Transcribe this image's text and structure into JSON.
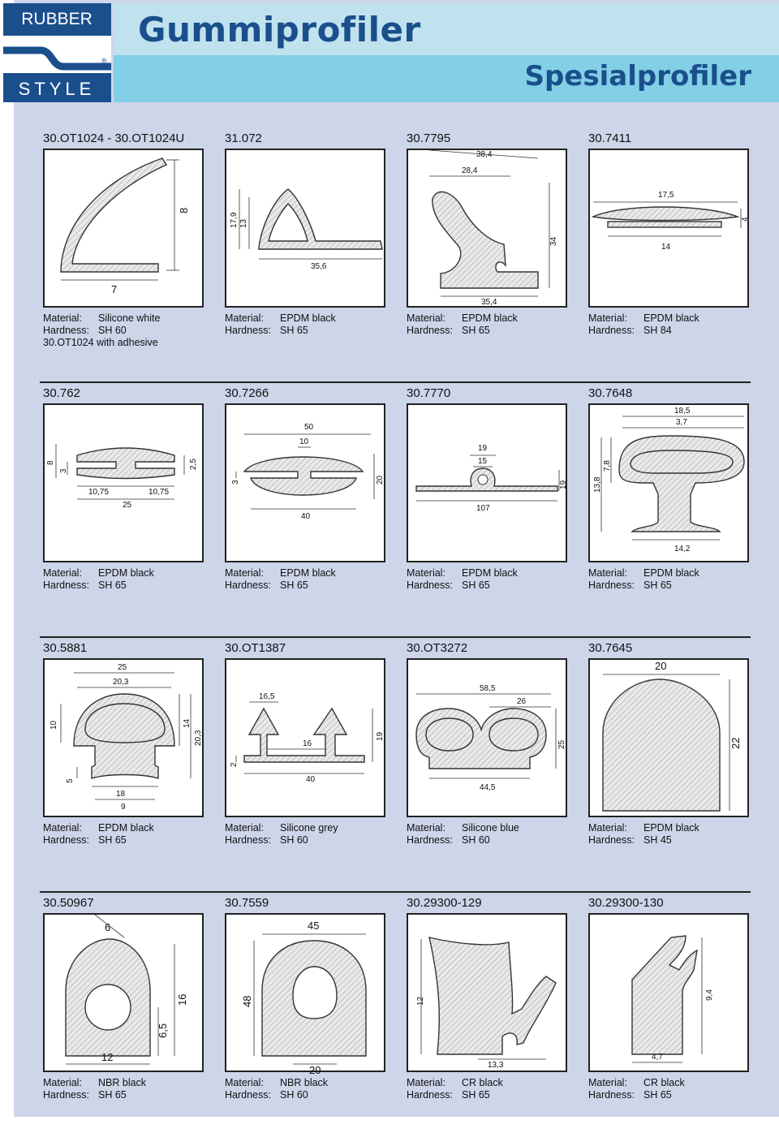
{
  "header": {
    "brand_top": "RUBBER",
    "brand_bottom": "STYLE",
    "brand_mark": "®",
    "title": "Gummiprofiler",
    "subtitle": "Spesialprofiler"
  },
  "labels": {
    "material": "Material:",
    "hardness": "Hardness:"
  },
  "rows": [
    [
      {
        "code": "30.OT1024 - 30.OT1024U",
        "material": "Silicone white",
        "hardness": "SH 60",
        "note": "30.OT1024 with adhesive",
        "dims": [
          "8",
          "7"
        ]
      },
      {
        "code": "31.072",
        "material": "EPDM black",
        "hardness": "SH 65",
        "dims": [
          "17,9",
          "13",
          "35,6"
        ]
      },
      {
        "code": "30.7795",
        "material": "EPDM black",
        "hardness": "SH 65",
        "dims": [
          "38,4",
          "28,4",
          "34",
          "35,4"
        ]
      },
      {
        "code": "30.7411",
        "material": "EPDM black",
        "hardness": "SH 84",
        "dims": [
          "17,5",
          "4",
          "14"
        ]
      }
    ],
    [
      {
        "code": "30.762",
        "material": "EPDM black",
        "hardness": "SH 65",
        "dims": [
          "8",
          "3",
          "2,5",
          "10,75",
          "10,75",
          "25"
        ]
      },
      {
        "code": "30.7266",
        "material": "EPDM black",
        "hardness": "SH 65",
        "dims": [
          "50",
          "10",
          "3",
          "20",
          "40"
        ]
      },
      {
        "code": "30.7770",
        "material": "EPDM black",
        "hardness": "SH 65",
        "dims": [
          "19",
          "15",
          "19",
          "107"
        ]
      },
      {
        "code": "30.7648",
        "material": "EPDM black",
        "hardness": "SH 65",
        "dims": [
          "18,5",
          "3,7",
          "13,8",
          "7,8",
          "14,2"
        ]
      }
    ],
    [
      {
        "code": "30.5881",
        "material": "EPDM black",
        "hardness": "SH 65",
        "dims": [
          "25",
          "20,3",
          "10",
          "14",
          "20,3",
          "5",
          "18",
          "9"
        ]
      },
      {
        "code": "30.OT1387",
        "material": "Silicone grey",
        "hardness": "SH 60",
        "dims": [
          "16,5",
          "19",
          "16",
          "2",
          "40"
        ]
      },
      {
        "code": "30.OT3272",
        "material": "Silicone blue",
        "hardness": "SH 60",
        "dims": [
          "58,5",
          "26",
          "25",
          "44,5"
        ]
      },
      {
        "code": "30.7645",
        "material": "EPDM black",
        "hardness": "SH 45",
        "dims": [
          "20",
          "22"
        ]
      }
    ],
    [
      {
        "code": "30.50967",
        "material": "NBR black",
        "hardness": "SH 65",
        "dims": [
          "6",
          "16",
          "6,5",
          "12"
        ]
      },
      {
        "code": "30.7559",
        "material": "NBR black",
        "hardness": "SH 60",
        "dims": [
          "45",
          "48",
          "20"
        ]
      },
      {
        "code": "30.29300-129",
        "material": "CR black",
        "hardness": "SH 65",
        "dims": [
          "12",
          "13,3"
        ]
      },
      {
        "code": "30.29300-130",
        "material": "CR black",
        "hardness": "SH 65",
        "dims": [
          "9,4",
          "4,7"
        ]
      }
    ]
  ]
}
